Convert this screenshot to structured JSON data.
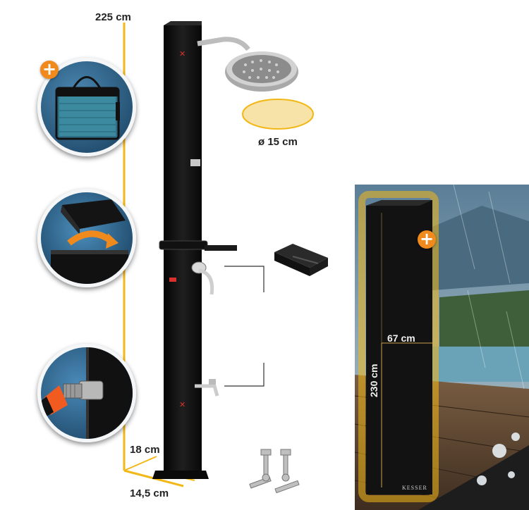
{
  "dimensions": {
    "height_total": "225 cm",
    "shower_head_diameter": "ø 15 cm",
    "base_height": "18 cm",
    "base_width": "14,5 cm",
    "cover_width": "67 cm",
    "cover_height": "230 cm"
  },
  "brand": "KESSER",
  "plus_symbol": "+",
  "colors": {
    "accent_orange": "#f08a1c",
    "measure_yellow": "#f2b818",
    "shower_black": "#101010"
  }
}
